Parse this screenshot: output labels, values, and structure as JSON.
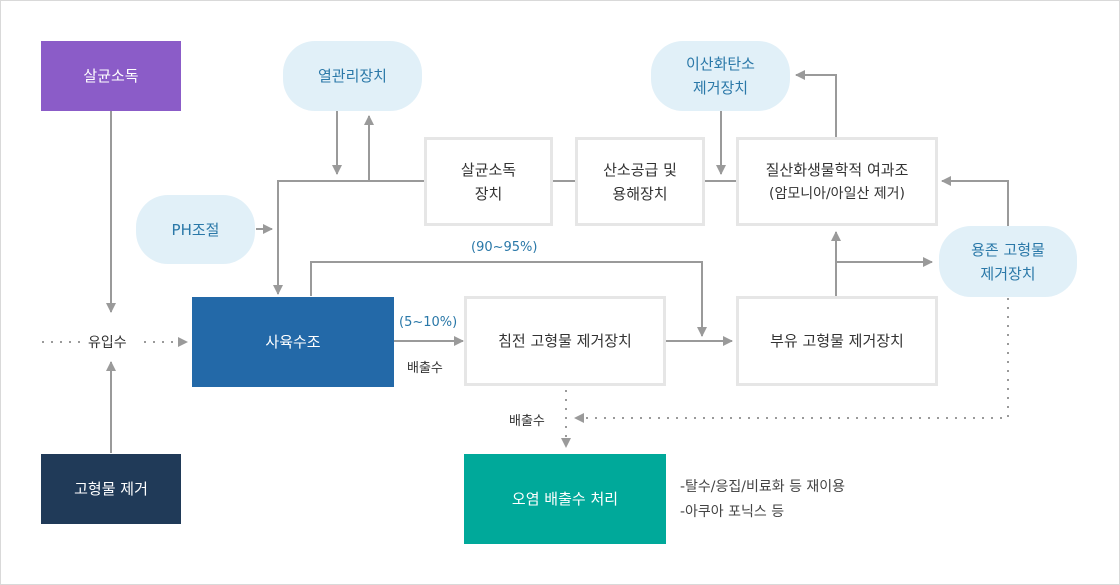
{
  "colors": {
    "sterilize": "#8b5cc8",
    "main_tank": "#2369a8",
    "solid_removal": "#203a58",
    "treatment": "#00a99a",
    "pill_bg": "#e1f0f8",
    "pill_text": "#2a78a8",
    "arrow": "#9a9a9a"
  },
  "nodes": {
    "sterilize": "살균소독",
    "heat": "열관리장치",
    "co2": [
      "이산화탄소",
      "제거장치"
    ],
    "ph": "PH조절",
    "steril_device": [
      "살균소독",
      "장치"
    ],
    "oxygen": [
      "산소공급 및",
      "용해장치"
    ],
    "nitrify": [
      "질산화생물학적 여과조",
      "(암모니아/아일산 제거)"
    ],
    "dissolved": [
      "용존 고형물",
      "제거장치"
    ],
    "inflow": "유입수",
    "tank": "사육수조",
    "sediment": "침전 고형물 제거장치",
    "float": "부유 고형물 제거장치",
    "solid": "고형물 제거",
    "treat": "오염 배출수 처리"
  },
  "labels": {
    "ratio_high": "(90~95%)",
    "ratio_low": "(5~10%)",
    "discharge1": "배출수",
    "discharge2": "배출수"
  },
  "notes": [
    "-탈수/응집/비료화 등 재이용",
    "-아쿠아 포닉스 등"
  ]
}
